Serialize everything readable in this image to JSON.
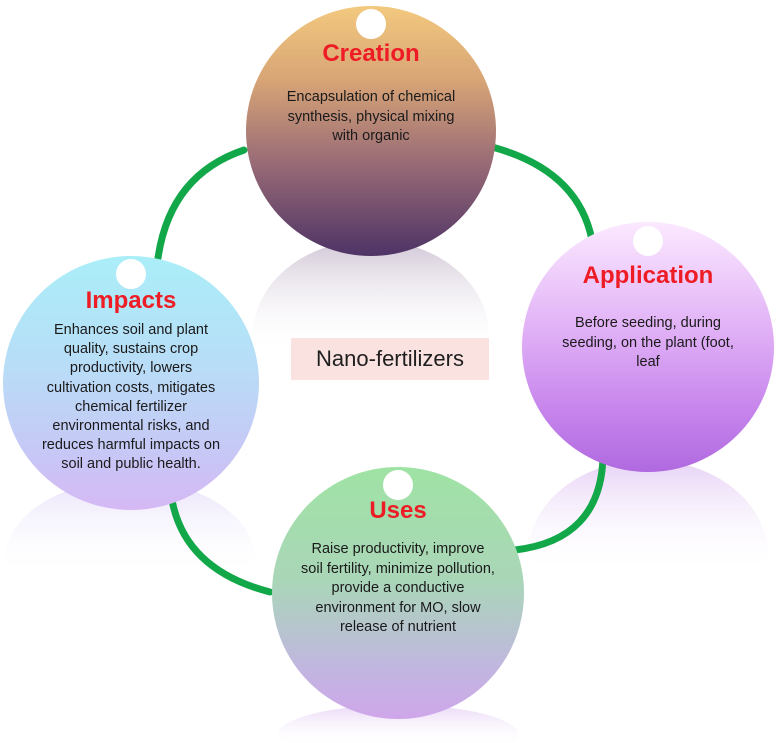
{
  "center_label": "Nano-fertilizers",
  "nodes": {
    "creation": {
      "title": "Creation",
      "body": "Encapsulation of chemical synthesis, physical mixing with organic"
    },
    "application": {
      "title": "Application",
      "body": "Before seeding, during seeding, on the plant (foot, leaf"
    },
    "uses": {
      "title": "Uses",
      "body": "Raise productivity, improve soil fertility, minimize pollution, provide a conductive environment for MO, slow release of nutrient"
    },
    "impacts": {
      "title": "Impacts",
      "body": "Enhances soil and plant quality, sustains crop productivity, lowers cultivation costs, mitigates chemical fertilizer environmental risks, and reduces harmful impacts on soil and public health."
    }
  },
  "colors": {
    "connector": "#12a84a",
    "title": "#ee1c25",
    "creation_top": "#f0c27a",
    "creation_bottom": "#4e3366",
    "application_top": "#f5d8ff",
    "application_bottom": "#b56fe0",
    "uses_top": "#9fe0a8",
    "uses_bottom": "#cfa8e8",
    "impacts_top": "#a9ecf6",
    "impacts_bottom": "#d4b8f5",
    "center_bg": "#f9e2e0"
  }
}
